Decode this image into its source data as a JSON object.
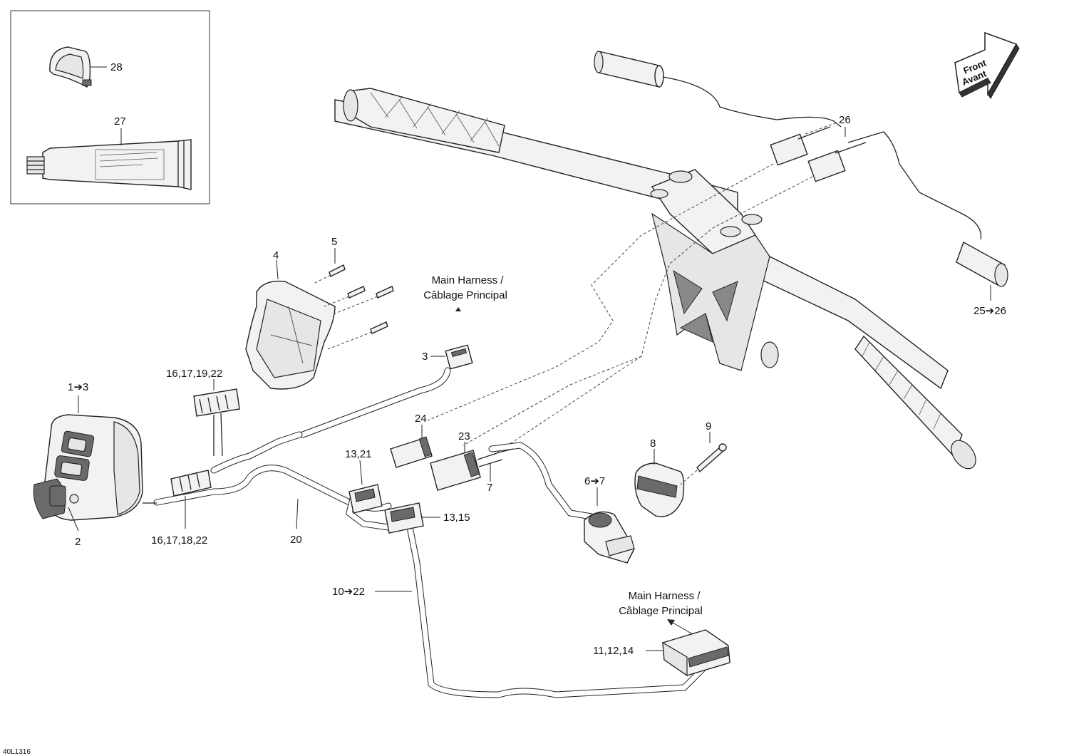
{
  "diagram_id": "40L1316",
  "direction_arrow": {
    "line1": "Front",
    "line2": "Avant"
  },
  "harness_label_top": {
    "line1": "Main Harness /",
    "line2": "Câblage Principal"
  },
  "harness_label_bottom": {
    "line1": "Main Harness /",
    "line2": "Câblage Principal"
  },
  "callouts": {
    "c28": "28",
    "c27": "27",
    "c26": "26",
    "c25_26": "25➔26",
    "c5": "5",
    "c4": "4",
    "c3": "3",
    "c1_3": "1➔3",
    "c16_17_19_22": "16,17,19,22",
    "c2": "2",
    "c16_17_18_22": "16,17,18,22",
    "c20": "20",
    "c24": "24",
    "c23": "23",
    "c7": "7",
    "c13_21": "13,21",
    "c13_15": "13,15",
    "c6_7": "6➔7",
    "c8": "8",
    "c9": "9",
    "c10_22": "10➔22",
    "c11_12_14": "11,12,14"
  }
}
